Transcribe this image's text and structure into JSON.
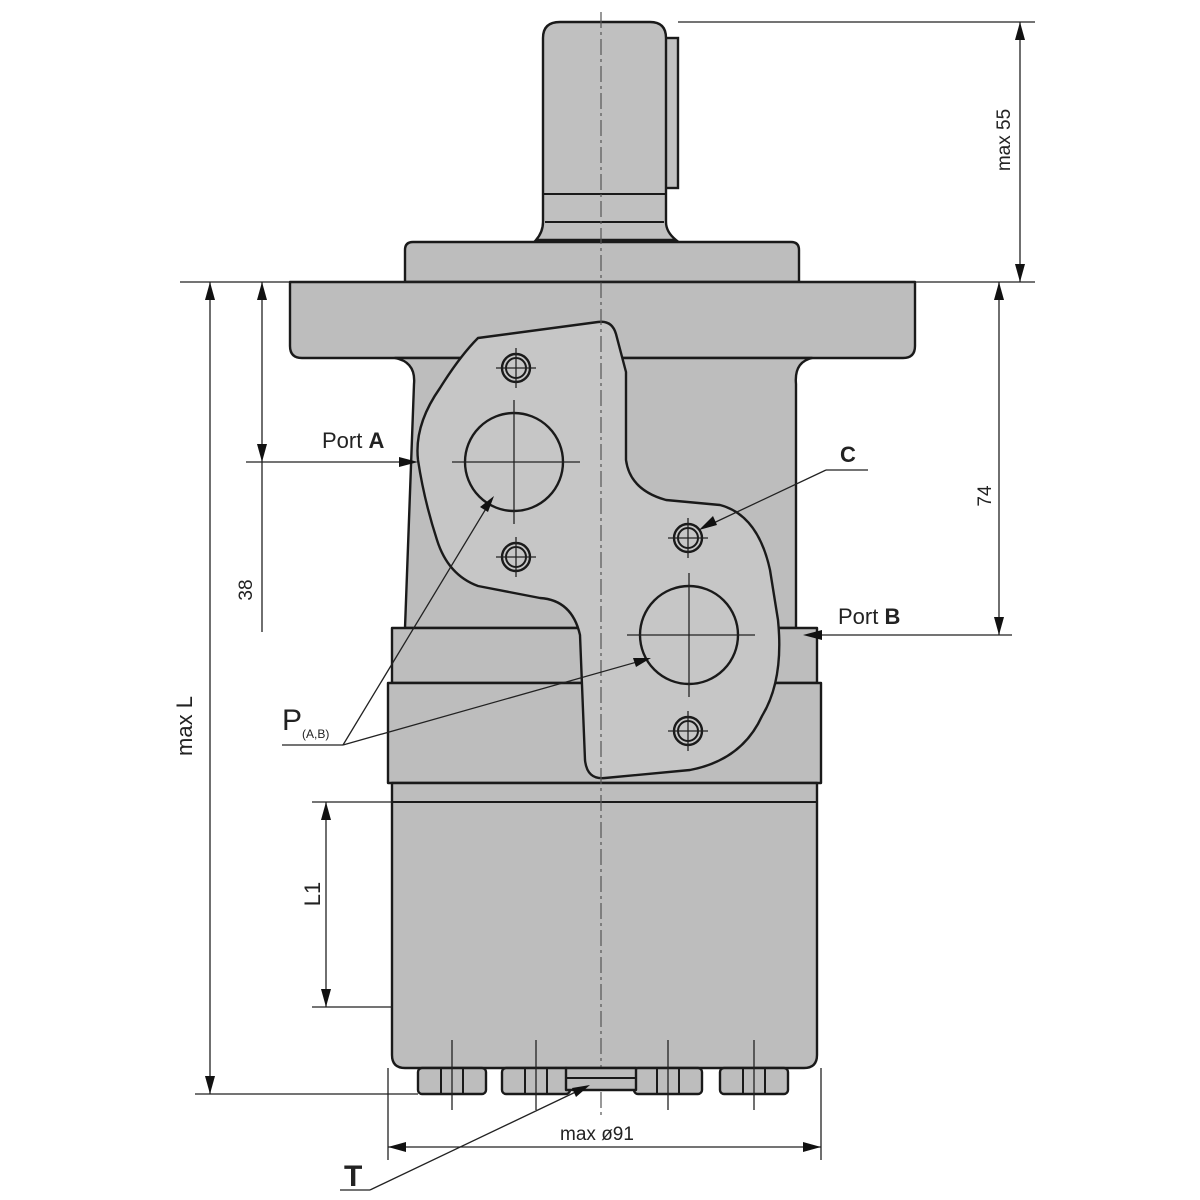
{
  "labels": {
    "port_a": {
      "text": "Port ",
      "bold": "A"
    },
    "port_b": {
      "text": "Port ",
      "bold": "B"
    },
    "port_c": "C",
    "pressure_port": {
      "main": "P",
      "sub": "(A,B)"
    },
    "tank": "T"
  },
  "dimensions": {
    "shaft_length": "max 55",
    "flange_to_port_b": "74",
    "flange_to_port_a": "38",
    "overall_length": "max L",
    "section_length": "L1",
    "diameter": "max ø91"
  },
  "colors": {
    "body": "#bdbdbd",
    "outline": "#1a1a1a",
    "background": "#ffffff"
  }
}
